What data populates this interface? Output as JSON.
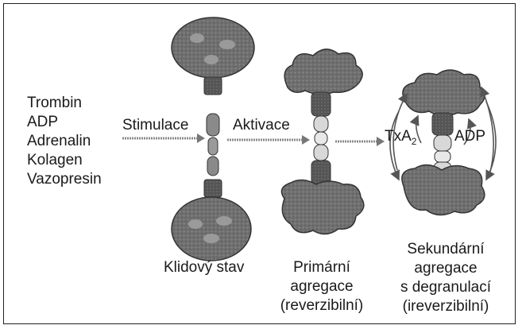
{
  "agonists": [
    "Trombin",
    "ADP",
    "Adrenalin",
    "Kolagen",
    "Vazopresin"
  ],
  "labels": {
    "stimulace": "Stimulace",
    "aktivace": "Aktivace",
    "txa": "TxA",
    "txa_sub": "2",
    "adp": "ADP",
    "klidovy": "Klidový stav"
  },
  "primarni": [
    "Primární",
    "agregace",
    "(reverzibilní)"
  ],
  "sekundarni": [
    "Sekundární",
    "agregace",
    "s degranulací",
    "(ireverzibilní)"
  ]
}
